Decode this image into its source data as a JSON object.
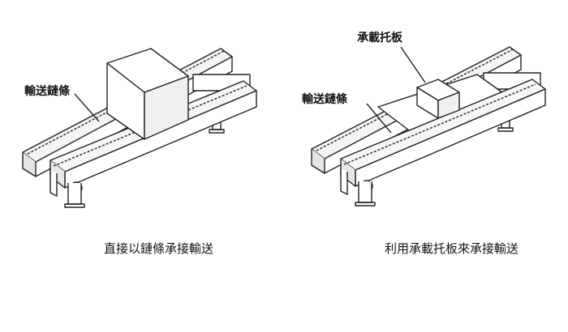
{
  "left_figure": {
    "callout_chain": "輸送鏈條",
    "caption": "直接以鏈條承接輸送"
  },
  "right_figure": {
    "callout_pallet": "承載托板",
    "callout_chain": "輸送鏈條",
    "caption": "利用承載托板來承接輸送"
  }
}
